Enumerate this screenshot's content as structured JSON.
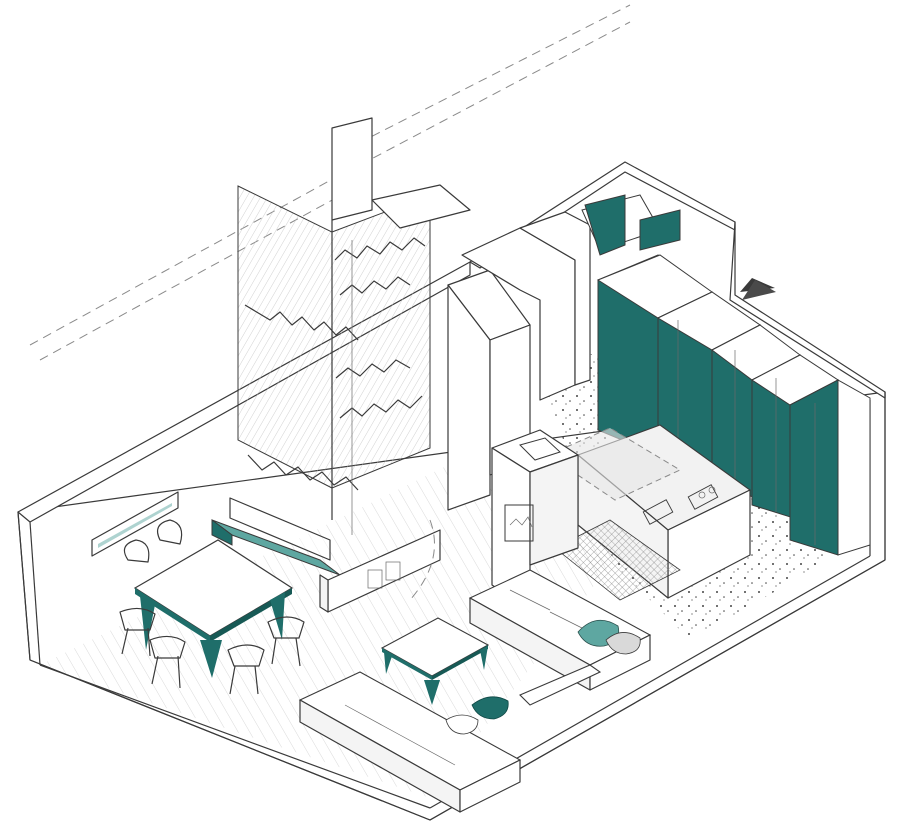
{
  "diagram": {
    "type": "isometric-floor-plan",
    "colors": {
      "accent": "#1f6e6a",
      "accent_dark": "#175955",
      "accent_light": "#5ea7a1",
      "line": "#3a3a3a",
      "background": "#ffffff"
    },
    "components": [
      {
        "name": "exterior-walls"
      },
      {
        "name": "spiral-staircase"
      },
      {
        "name": "dining-table"
      },
      {
        "name": "dining-chairs",
        "count": 6
      },
      {
        "name": "coffee-table"
      },
      {
        "name": "sectional-sofa"
      },
      {
        "name": "sofa-cushions",
        "count": 3
      },
      {
        "name": "kitchen-island"
      },
      {
        "name": "fireplace"
      },
      {
        "name": "teal-wardrobes",
        "count": 5
      },
      {
        "name": "terrazzo-floor"
      },
      {
        "name": "wall-artwork"
      },
      {
        "name": "north-arrow-marker"
      }
    ]
  }
}
